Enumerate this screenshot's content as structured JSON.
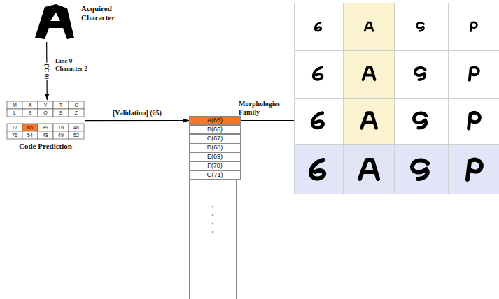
{
  "diagram": {
    "nodes": [
      {
        "text": [
          "Acquired Character"
        ]
      },
      {
        "text": [
          "Code Prediction"
        ]
      },
      {
        "text": [
          "A(65)"
        ]
      },
      {
        "text": [
          "B(66)"
        ]
      },
      {
        "text": [
          "C(67)"
        ]
      },
      {
        "text": [
          "D(68)"
        ]
      },
      {
        "text": [
          "E(69)"
        ]
      },
      {
        "text": [
          "F(70)"
        ]
      },
      {
        "text": [
          "G(71)"
        ]
      }
    ],
    "edges": [
      {
        "from": 0,
        "to": 1,
        "arrow": "to",
        "label": "{'C'0}"
      },
      {
        "from": 1,
        "to": 2,
        "arrow": "to",
        "label": "[Validation] (65)"
      }
    ],
    "labels": [
      "Line 0 Character 2",
      "M",
      "A",
      "Y",
      "T",
      "C",
      "L",
      "E",
      "O",
      "S",
      "Z",
      "77",
      "65",
      "89",
      "19",
      "48",
      "76",
      "54",
      "48",
      "49",
      "52",
      "Morphologies Family"
    ]
  }
}
